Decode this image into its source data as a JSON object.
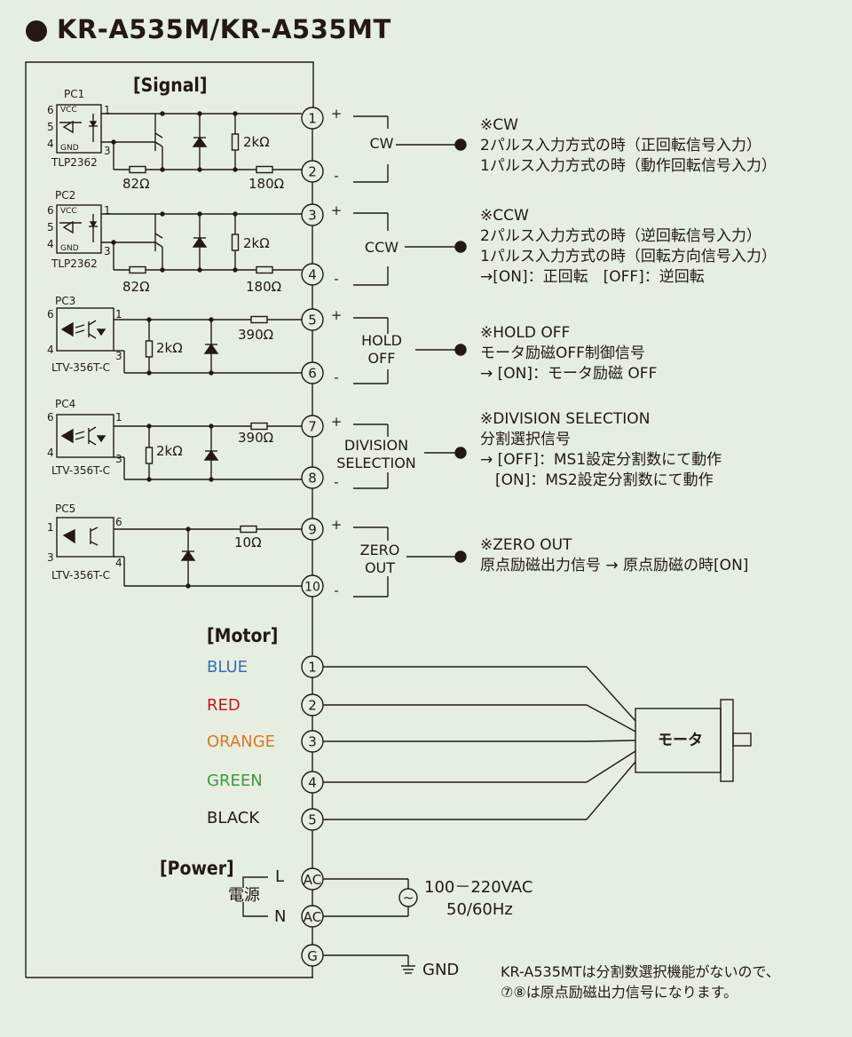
{
  "title": "KR-A535M/KR-A535MT",
  "sections": {
    "signal": "[Signal]",
    "motor": "[Motor]",
    "power": "[Power]"
  },
  "chips": [
    {
      "label": "PC1",
      "part": "TLP2362",
      "pins": [
        "6",
        "5",
        "4",
        "1",
        "3"
      ],
      "vcc": "VCC",
      "gnd": "GND",
      "res_left": "82Ω",
      "res_right": "180Ω",
      "res_vert": "2kΩ"
    },
    {
      "label": "PC2",
      "part": "TLP2362",
      "pins": [
        "6",
        "5",
        "4",
        "1",
        "3"
      ],
      "vcc": "VCC",
      "gnd": "GND",
      "res_left": "82Ω",
      "res_right": "180Ω",
      "res_vert": "2kΩ"
    },
    {
      "label": "PC3",
      "part": "LTV-356T-C",
      "pins": [
        "6",
        "4",
        "1",
        "3"
      ],
      "res_vert": "2kΩ",
      "res_top": "390Ω"
    },
    {
      "label": "PC4",
      "part": "LTV-356T-C",
      "pins": [
        "6",
        "4",
        "1",
        "3"
      ],
      "res_vert": "2kΩ",
      "res_top": "390Ω"
    },
    {
      "label": "PC5",
      "part": "LTV-356T-C",
      "pins": [
        "1",
        "3",
        "6",
        "4"
      ],
      "res_top": "10Ω"
    }
  ],
  "terminals": [
    "1",
    "2",
    "3",
    "4",
    "5",
    "6",
    "7",
    "8",
    "9",
    "10"
  ],
  "polarity": {
    "plus": "+",
    "minus": "-"
  },
  "signals": [
    {
      "label": "CW",
      "note": [
        "※CW",
        "2パルス入力方式の時（正回転信号入力）",
        "1パルス入力方式の時（動作回転信号入力）"
      ]
    },
    {
      "label": "CCW",
      "note": [
        "※CCW",
        "2パルス入力方式の時（逆回転信号入力）",
        "1パルス入力方式の時（回転方向信号入力）",
        "→[ON]：正回転　[OFF]：逆回転"
      ]
    },
    {
      "label": "HOLD\nOFF",
      "note": [
        "※HOLD OFF",
        "モータ励磁OFF制御信号",
        "→ [ON]：モータ励磁 OFF"
      ]
    },
    {
      "label": "DIVISION\nSELECTION",
      "note": [
        "※DIVISION SELECTION",
        "分割選択信号",
        "→ [OFF]：MS1設定分割数にて動作",
        "　[ON]：MS2設定分割数にて動作"
      ]
    },
    {
      "label": "ZERO\nOUT",
      "note": [
        "※ZERO OUT",
        "原点励磁出力信号 → 原点励磁の時[ON]"
      ]
    }
  ],
  "motor_wires": [
    {
      "name": "BLUE",
      "color": "#3a6fb0",
      "terminal": "1"
    },
    {
      "name": "RED",
      "color": "#c8161d",
      "terminal": "2"
    },
    {
      "name": "ORANGE",
      "color": "#e0761c",
      "terminal": "3"
    },
    {
      "name": "GREEN",
      "color": "#3f9a3a",
      "terminal": "4"
    },
    {
      "name": "BLACK",
      "color": "#231815",
      "terminal": "5"
    }
  ],
  "motor_label": "モータ",
  "power": {
    "label": "電源",
    "l": "L",
    "n": "N",
    "ac": "AC",
    "g": "G",
    "voltage": "100－220VAC",
    "freq": "50/60Hz",
    "gnd": "GND"
  },
  "footnote": [
    "KR-A535MTは分割数選択機能がないので、",
    "⑦⑧は原点励磁出力信号になります。"
  ],
  "colors": {
    "background": "#e6eee2",
    "line": "#231815"
  }
}
